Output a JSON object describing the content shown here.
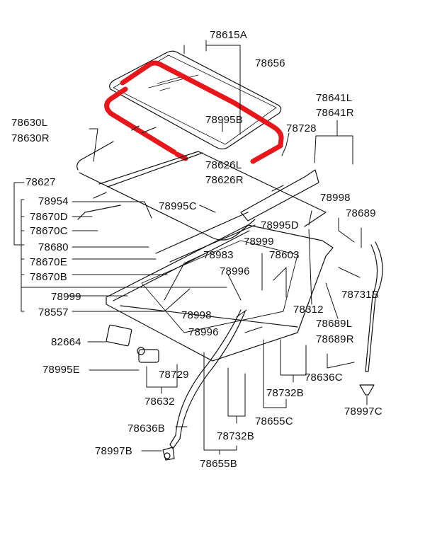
{
  "diagram": {
    "title": "Sunroof assembly exploded parts diagram",
    "highlight_color": "#e8151b",
    "line_color": "#111111",
    "highlighted_part": "78626L / 78626R",
    "labels": {
      "p78615A": "78615A",
      "p78656": "78656",
      "p78641L": "78641L",
      "p78641R": "78641R",
      "p78630L": "78630L",
      "p78630R": "78630R",
      "p78995B": "78995B",
      "p78728": "78728",
      "p78626L": "78626L",
      "p78626R": "78626R",
      "p78627": "78627",
      "p78954": "78954",
      "p78670D": "78670D",
      "p78670C": "78670C",
      "p78680": "78680",
      "p78670E": "78670E",
      "p78670B": "78670B",
      "p78999a": "78999",
      "p78557": "78557",
      "p78995C": "78995C",
      "p78998a": "78998",
      "p78689": "78689",
      "p78995D": "78995D",
      "p78999b": "78999",
      "p78603": "78603",
      "p78983": "78983",
      "p78996a": "78996",
      "p78312": "78312",
      "p78731B": "78731B",
      "p78998b": "78998",
      "p78996b": "78996",
      "p78689L": "78689L",
      "p78689R": "78689R",
      "p82664": "82664",
      "p78995E": "78995E",
      "p78729": "78729",
      "p78632": "78632",
      "p78636C": "78636C",
      "p78732Ba": "78732B",
      "p78655C": "78655C",
      "p78997C": "78997C",
      "p78636B": "78636B",
      "p78732Bb": "78732B",
      "p78997B": "78997B",
      "p78655B": "78655B"
    }
  }
}
